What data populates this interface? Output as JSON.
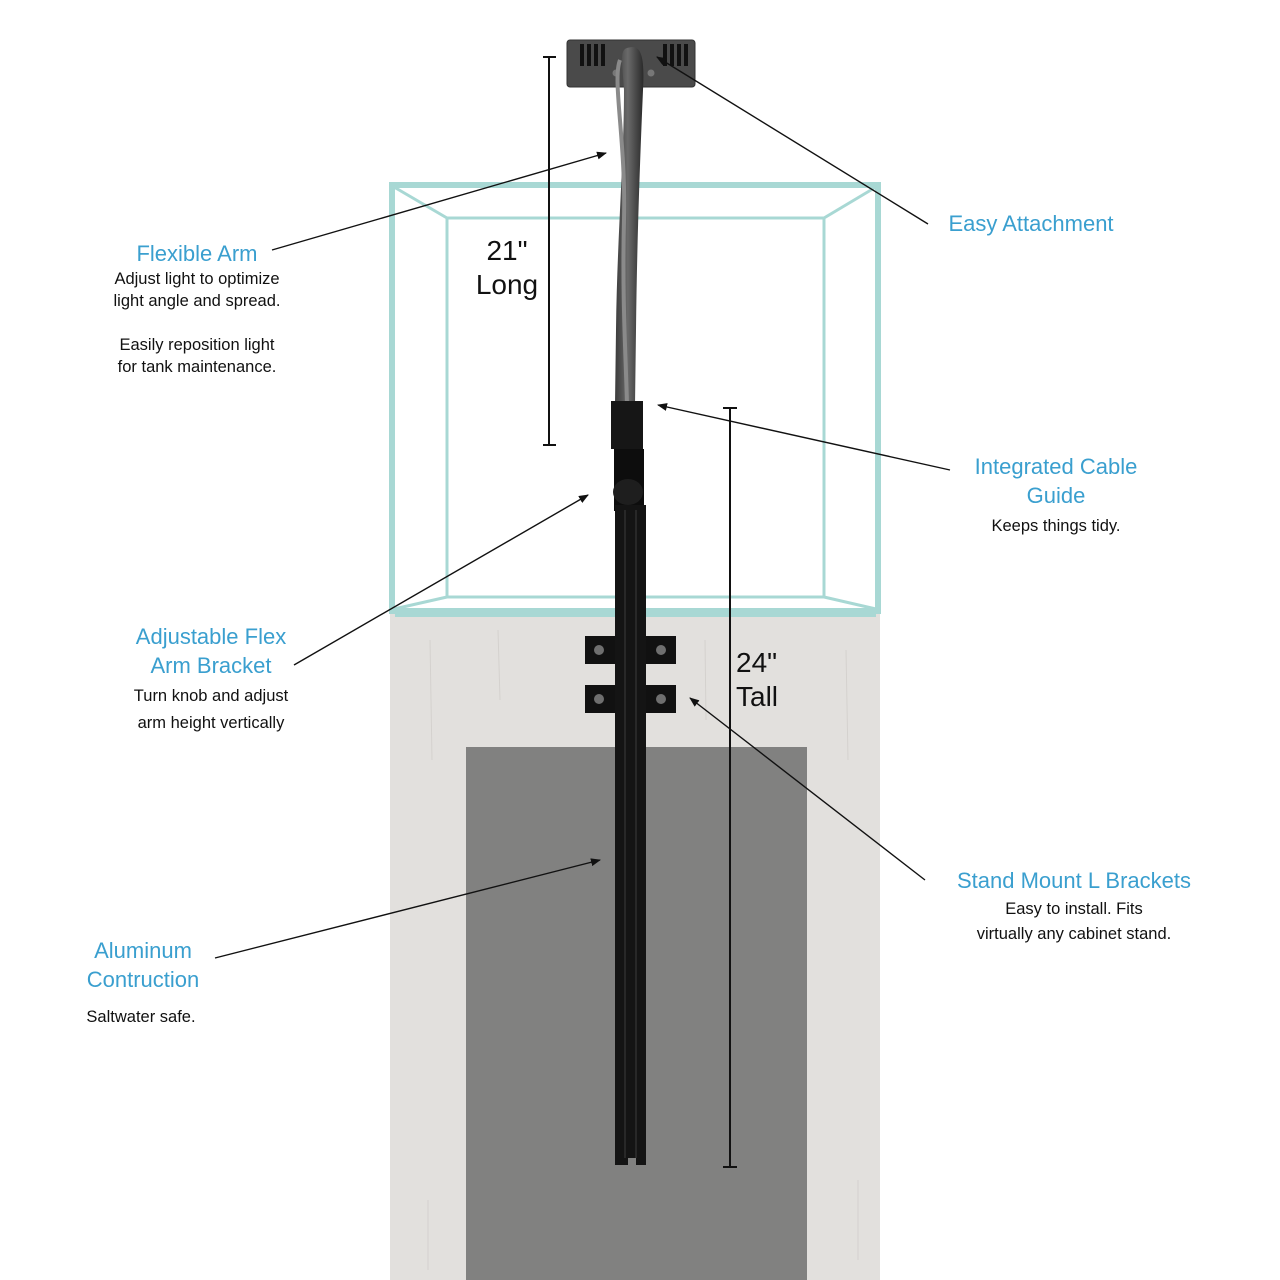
{
  "colors": {
    "accent_title": "#3a9fcf",
    "body_text": "#111111",
    "tank_glass": "#a8d8d4",
    "stand_body": "#e2e0dd",
    "cabinet_door": "#818180",
    "fixture_metal": "#141414",
    "light_housing": "#4a4a4a"
  },
  "callouts": {
    "flexible_arm": {
      "title": "Flexible Arm",
      "desc_1": "Adjust light to optimize",
      "desc_2": "light angle and spread.",
      "desc_3": "Easily reposition light",
      "desc_4": "for tank maintenance."
    },
    "easy_attachment": {
      "title": "Easy Attachment"
    },
    "cable_guide": {
      "title_1": "Integrated Cable",
      "title_2": "Guide",
      "desc_1": "Keeps things tidy."
    },
    "adjustable_bracket": {
      "title_1": "Adjustable Flex",
      "title_2": "Arm Bracket",
      "desc_1": "Turn knob and adjust",
      "desc_2": "arm height vertically"
    },
    "stand_mount": {
      "title": "Stand Mount L Brackets",
      "desc_1": "Easy to install. Fits",
      "desc_2": "virtually any cabinet stand."
    },
    "aluminum": {
      "title_1": "Aluminum",
      "title_2": "Contruction",
      "desc_1": "Saltwater safe."
    }
  },
  "measurements": {
    "arm_length": {
      "value": "21\"",
      "label": "Long"
    },
    "mount_height": {
      "value": "24\"",
      "label": "Tall"
    }
  }
}
